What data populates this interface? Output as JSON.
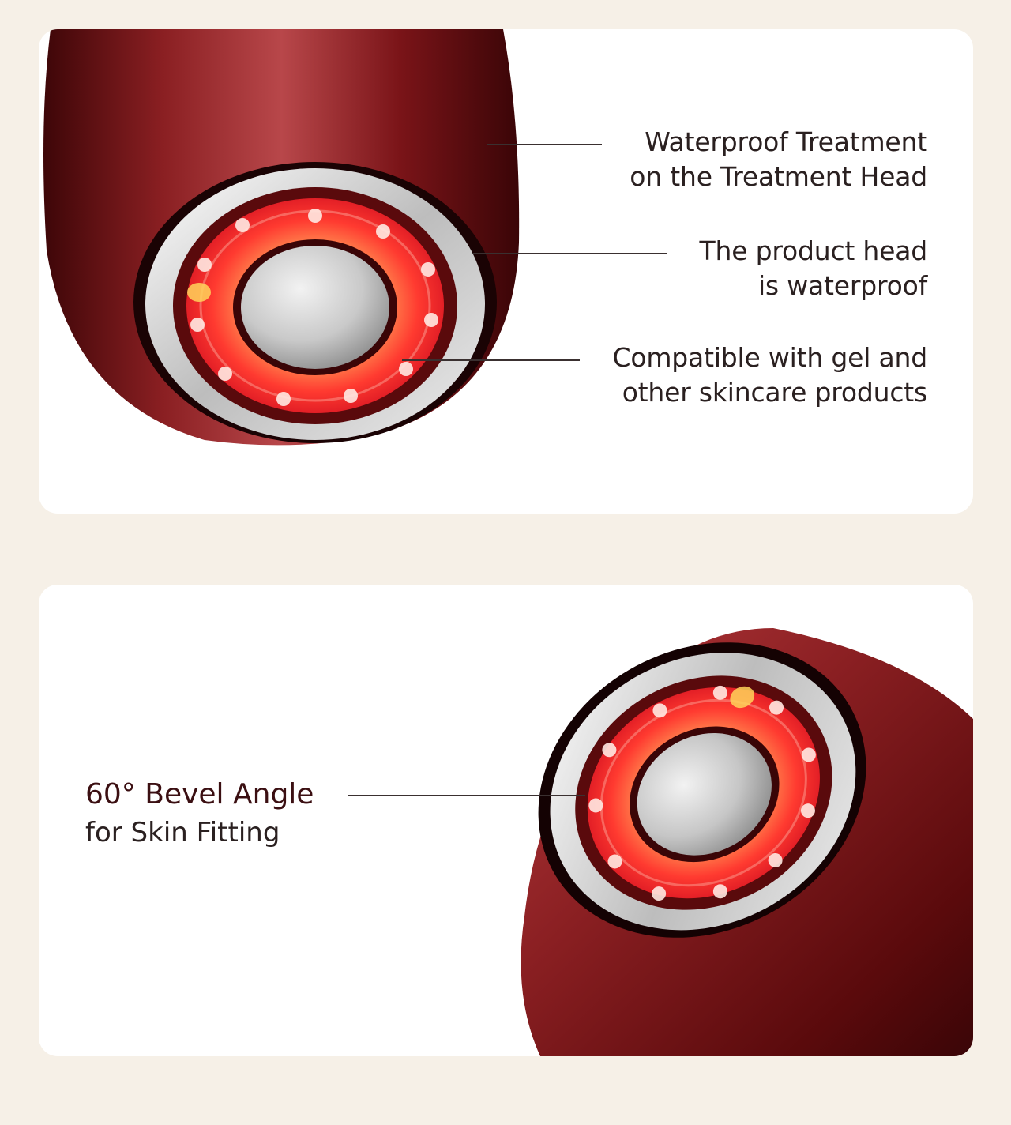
{
  "top_panel": {
    "callouts": [
      {
        "line1": "Waterproof Treatment",
        "line2": "on the Treatment Head"
      },
      {
        "line1": "The product head",
        "line2": "is waterproof"
      },
      {
        "line1": "Compatible with gel and",
        "line2": "other skincare products"
      }
    ]
  },
  "bottom_panel": {
    "title": "60° Bevel Angle",
    "subtitle": "for Skin Fitting"
  },
  "colors": {
    "background": "#f6f0e7",
    "panel": "#ffffff",
    "device_body": "#7a1418",
    "led_red": "#ff4a3a",
    "accent_text": "#3b0f12"
  }
}
